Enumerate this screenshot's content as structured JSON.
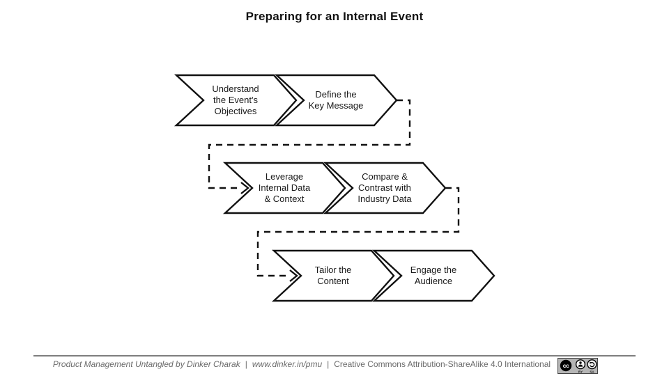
{
  "title": "Preparing for an Internal Event",
  "diagram": {
    "rows": [
      {
        "steps": [
          {
            "label": "Understand\nthe Event's\nObjectives"
          },
          {
            "label": "Define the\nKey Message"
          }
        ]
      },
      {
        "steps": [
          {
            "label": "Leverage\nInternal Data\n& Context"
          },
          {
            "label": "Compare &\nContrast with\nIndustry Data"
          }
        ]
      },
      {
        "steps": [
          {
            "label": "Tailor the\nContent"
          },
          {
            "label": "Engage the\nAudience"
          }
        ]
      }
    ]
  },
  "footer": {
    "credit": "Product Management Untangled by Dinker Charak",
    "separator": "|",
    "url": "www.dinker.in/pmu",
    "license": "Creative Commons Attribution-ShareAlike 4.0 International",
    "badge": {
      "cc": "cc",
      "by": "BY",
      "sa": "SA"
    }
  },
  "colors": {
    "shape_stroke": "#111111",
    "shape_fill": "#ffffff",
    "label_text": "#1a1a1a",
    "footer_text": "#6b6b6b",
    "divider": "#7e7e7e"
  }
}
